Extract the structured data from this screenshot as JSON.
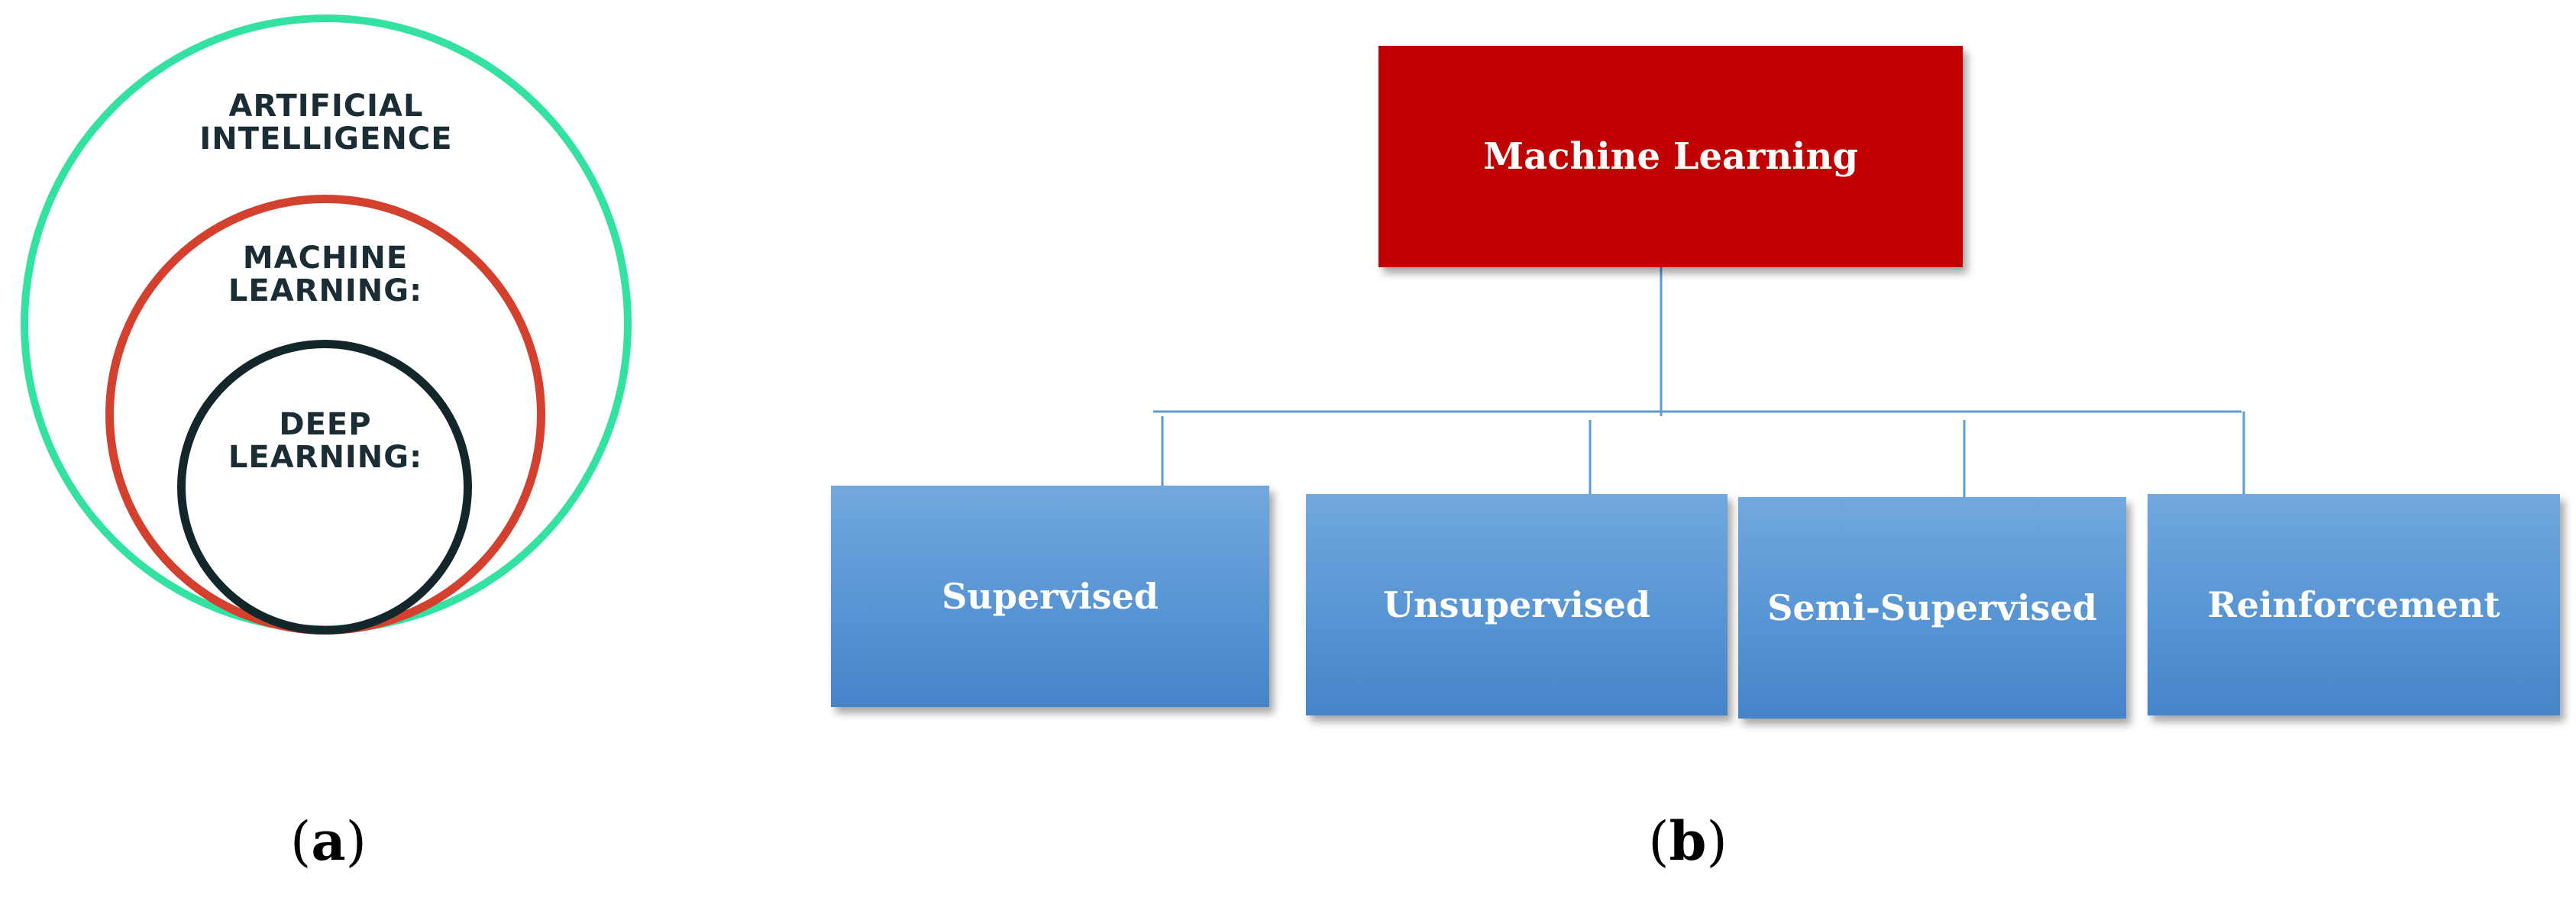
{
  "panel_a": {
    "label": "a",
    "circles": [
      {
        "name": "artificial-intelligence",
        "text_line1": "ARTIFICIAL",
        "text_line2": "INTELLIGENCE",
        "color": "#33e2a0"
      },
      {
        "name": "machine-learning",
        "text_line1": "MACHINE",
        "text_line2": "LEARNING:",
        "color": "#d3412e"
      },
      {
        "name": "deep-learning",
        "text_line1": "DEEP",
        "text_line2": "LEARNING:",
        "color": "#13262a"
      }
    ]
  },
  "panel_b": {
    "label": "b",
    "root": {
      "text": "Machine Learning",
      "color": "#c00000"
    },
    "children": [
      {
        "text": "Supervised"
      },
      {
        "text": "Unsupervised"
      },
      {
        "text": "Semi-Supervised"
      },
      {
        "text": "Reinforcement"
      }
    ],
    "box_color": "#5b9bd5",
    "connector_color": "#5b9bd5"
  }
}
